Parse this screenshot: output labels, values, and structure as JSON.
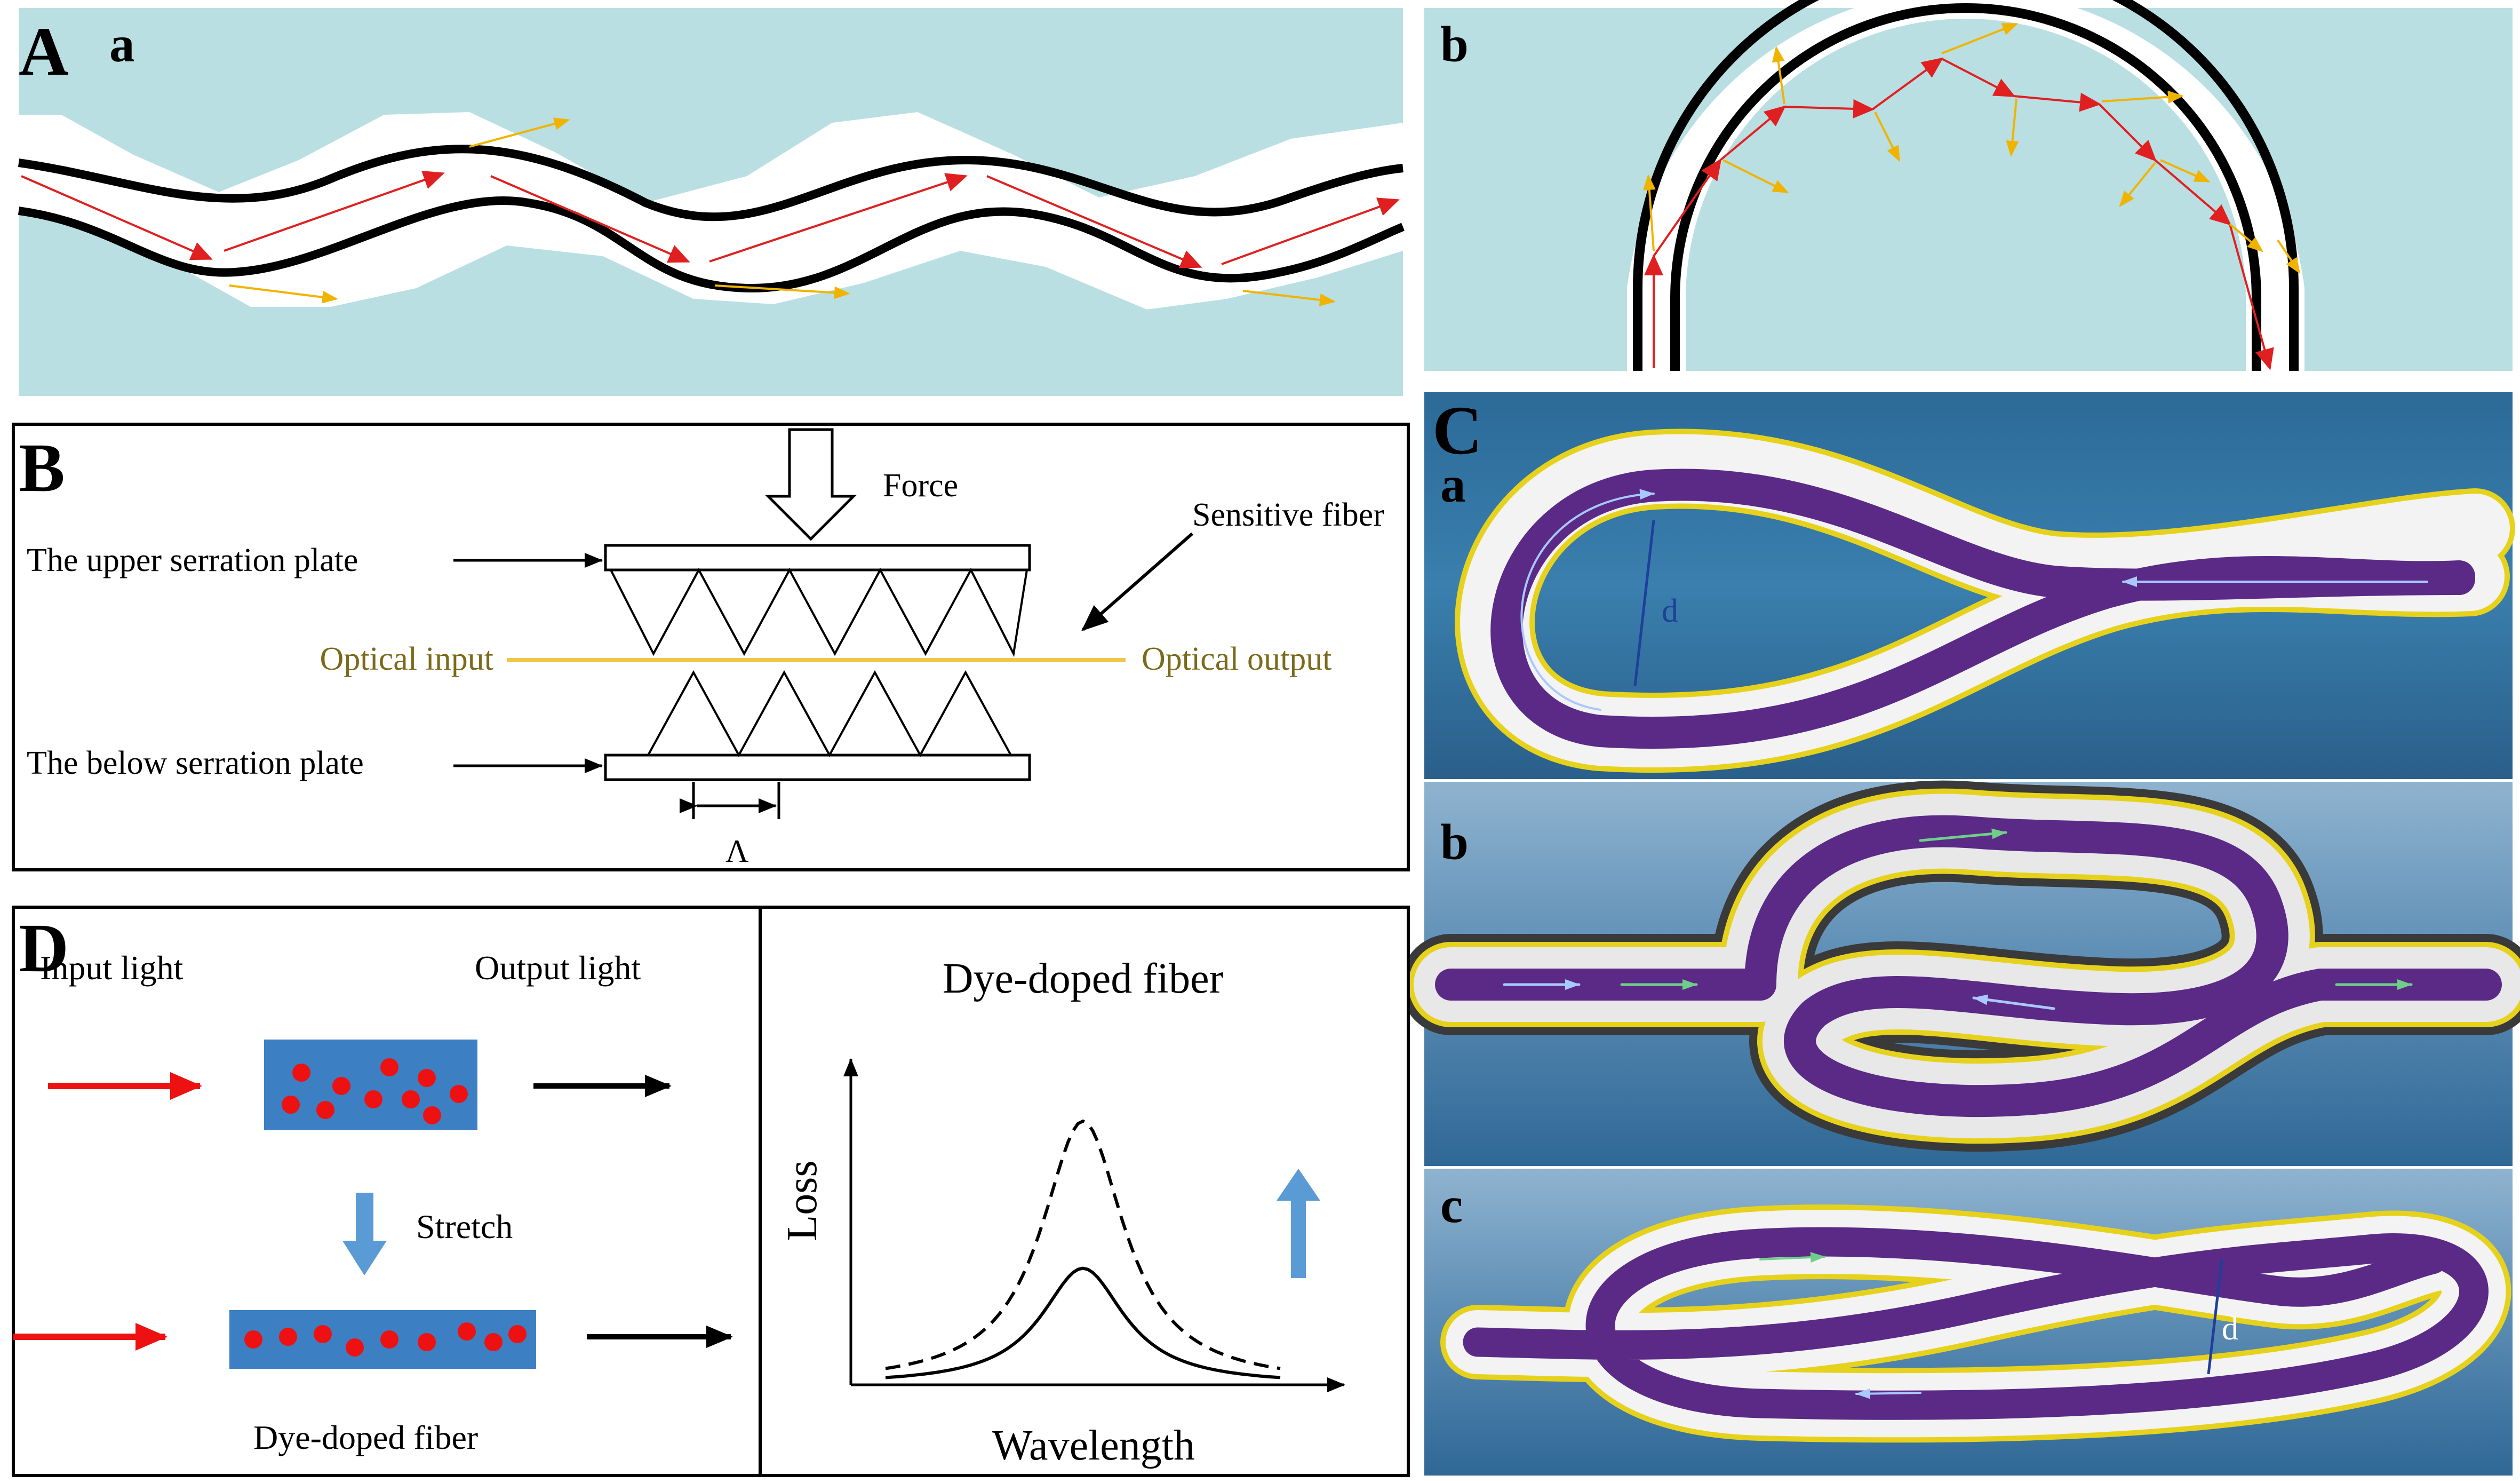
{
  "labels": {
    "A": "A",
    "A_a": "a",
    "A_b": "b",
    "B": "B",
    "C": "C",
    "C_a": "a",
    "C_b": "b",
    "C_c": "c",
    "D": "D"
  },
  "panel_b": {
    "force": "Force",
    "sensitive_fiber": "Sensitive fiber",
    "upper_plate": "The upper serration plate",
    "lower_plate": "The below serration plate",
    "optical_input": "Optical input",
    "optical_output": "Optical output",
    "period": "Λ"
  },
  "panel_c": {
    "d_label_a": "d",
    "d_label_c": "d"
  },
  "panel_d": {
    "input_light": "Input light",
    "output_light": "Output light",
    "stretch": "Stretch",
    "fiber_label": "Dye-doped fiber",
    "chart_title": "Dye-doped fiber",
    "ylabel": "Loss",
    "xlabel": "Wavelength"
  },
  "colors": {
    "cladding": "#b9dfe2",
    "ray": "#e02020",
    "leak": "#f0b400",
    "dye_blue": "#3d7fc3",
    "dye_dot": "#ee1111",
    "knot_bg": "#2f6f9c",
    "core_purple": "#5a2a86",
    "jacket_yellow": "#e6d21c",
    "up_arrow": "#5b9bd5"
  },
  "chart_data": {
    "type": "line",
    "title": "Dye-doped fiber",
    "xlabel": "Wavelength",
    "ylabel": "Loss",
    "series": [
      {
        "line_style": "solid",
        "peak": 0.42
      },
      {
        "line_style": "dashed",
        "peak": 0.95
      }
    ],
    "annotation": "up-arrow"
  }
}
